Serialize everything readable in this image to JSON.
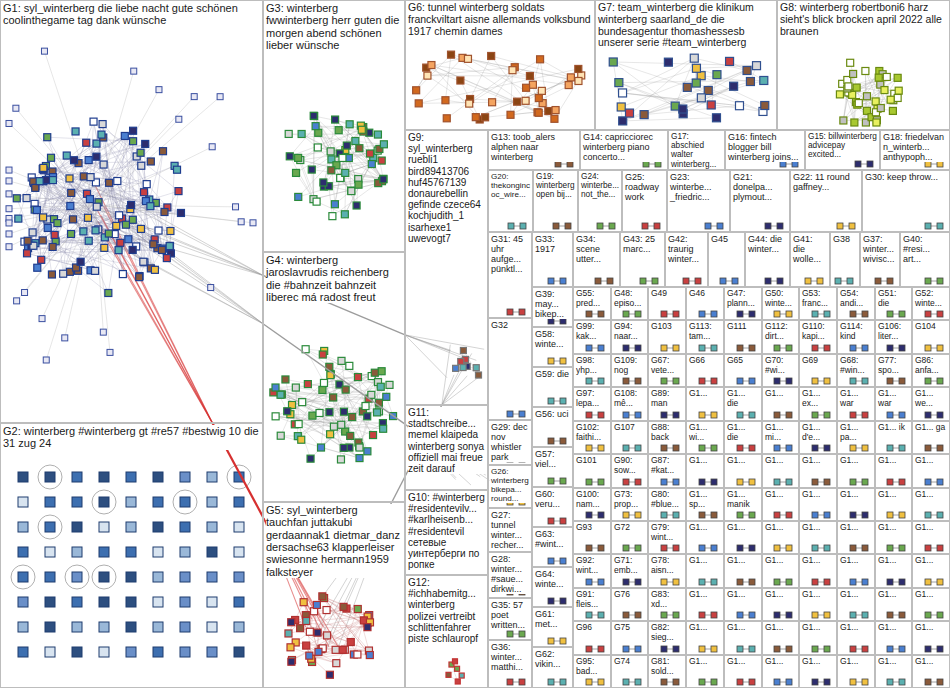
{
  "diagram": {
    "nodes": [
      {
        "text": [
          "G1: syl_winterberg die liebe nacht gute schönen coolinthegame tag dank wünsche"
        ]
      },
      {
        "text": [
          "G2: winterberg #winterberg gt #re57 #bestwig 10 die 31 zug 24"
        ]
      },
      {
        "text": [
          "G3: winterberg fwwinterberg herr guten die morgen abend schönen lieber wünsche"
        ]
      },
      {
        "text": [
          "G4: winterberg jaroslavrudis reichenberg die #bahnzeit bahnzeit liberec má radost freut"
        ]
      },
      {
        "text": [
          "G5: syl_winterberg tauchfan juttakubi gerdaannak1 dietmar_danz dersachse63 klapperleiser swiesonne hermann1959 falksteyer"
        ]
      },
      {
        "text": [
          "G6: tunnel winterberg soldats franckviltart aisne allemands volksbund 1917 chemin dames"
        ]
      },
      {
        "text": [
          "G7: team_winterberg die klinikum winterberg saarland_de die bundesagentur thomashessesb unserer serie #team_winterberg"
        ]
      },
      {
        "text": [
          "G8: winterberg robertboni6 harz sieht's blick brocken april 2022 alle braunen"
        ]
      },
      {
        "text": [
          "G9: syl_winterberg ruebli1 bird89413706 huf45767139 donaurebellin gefinde czece64 kochjudith_1 isarhexe1 uwevogt7"
        ]
      },
      {
        "text": [
          "G11: stadtschreibe... memel klaipeda winterberg sonya offiziell mai freue zeit darauf"
        ]
      },
      {
        "text": [
          "G10: #winterberg #residentevilv... #karlheisenb... #residentevil сетевые уинтерберги по ропке"
        ]
      },
      {
        "text": [
          "G12: #ichhabemitg... winterberg polizei vertreibt schlittenfahrer piste schlauropf"
        ]
      },
      {
        "text": [
          "G13: toob_alers alphen naar winterberg"
        ]
      },
      {
        "text": [
          "G14: capricciorec winterberg piano concerto..."
        ]
      },
      {
        "text": [
          "G17: abschied walter winterberg..."
        ]
      },
      {
        "text": [
          "G16: fintech blogger bill winterberg joins..."
        ]
      },
      {
        "text": [
          "G15: billwinterberg advicepay excited..."
        ]
      },
      {
        "text": [
          "G18: friedelvan n_winterb... anthypoph..."
        ]
      },
      {
        "text": [
          "G20: thekonginc oc_wire..."
        ]
      },
      {
        "text": [
          "G19: winterberg open bij..."
        ]
      },
      {
        "text": [
          "G24: winterbe... not_the..."
        ]
      },
      {
        "text": [
          "G25: roadway work"
        ]
      },
      {
        "text": [
          "G23: winterbe... _friedric..."
        ]
      },
      {
        "text": [
          "G21: donelpa... plymout..."
        ]
      },
      {
        "text": [
          "G22: 11 round gaffney..."
        ]
      },
      {
        "text": [
          "G30: keep throw..."
        ]
      },
      {
        "text": [
          "G34: scene utter..."
        ]
      },
      {
        "text": [
          "G43: 25 marc..."
        ]
      },
      {
        "text": [
          "G42: traurig winter..."
        ]
      },
      {
        "text": [
          "G45"
        ]
      },
      {
        "text": [
          "G44: die winter..."
        ]
      },
      {
        "text": [
          "G41: die wolle..."
        ]
      },
      {
        "text": [
          "G38"
        ]
      },
      {
        "text": [
          "G37: winter... wivisc..."
        ]
      },
      {
        "text": [
          "G40: #resi... art..."
        ]
      },
      {
        "text": [
          "G31: 45 uhr aufge... pünktl..."
        ]
      },
      {
        "text": [
          "G32"
        ]
      },
      {
        "text": [
          "G29: dec nov whistler park"
        ]
      },
      {
        "text": [
          "G26: winterberg bikepa... round..."
        ]
      },
      {
        "text": [
          "G27: tunnel winter... recher..."
        ]
      },
      {
        "text": [
          "G28: winter... #saue... dirkwi..."
        ]
      },
      {
        "text": [
          "G35: 57 poet written..."
        ]
      },
      {
        "text": [
          "G36: winter... matthi..."
        ]
      },
      {
        "text": [
          "G33: 1917"
        ]
      },
      {
        "text": [
          "G39: may... bikep..."
        ]
      },
      {
        "text": [
          "G58: winte..."
        ]
      },
      {
        "text": [
          "G59: die"
        ]
      },
      {
        "text": [
          "G56: uci"
        ]
      },
      {
        "text": [
          "G57: viel..."
        ]
      },
      {
        "text": [
          "G60: veru..."
        ]
      },
      {
        "text": [
          "G63: #wint..."
        ]
      },
      {
        "text": [
          "G64: winte..."
        ]
      },
      {
        "text": [
          "G61: met..."
        ]
      },
      {
        "text": [
          "G62: vikin..."
        ]
      },
      {
        "text": [
          "G55: pred..."
        ]
      },
      {
        "text": [
          "G48: episo..."
        ]
      },
      {
        "text": [
          "G49"
        ]
      },
      {
        "text": [
          "G46"
        ]
      },
      {
        "text": [
          "G47: plann..."
        ]
      },
      {
        "text": [
          "G50: winte..."
        ]
      },
      {
        "text": [
          "G53: franc..."
        ]
      },
      {
        "text": [
          "G54: andi..."
        ]
      },
      {
        "text": [
          "G51: die"
        ]
      },
      {
        "text": [
          "G52: winte..."
        ]
      },
      {
        "text": [
          "G99: kak..."
        ]
      },
      {
        "text": [
          "G94: naar..."
        ]
      },
      {
        "text": [
          "G103"
        ]
      },
      {
        "text": [
          "G113: tam..."
        ]
      },
      {
        "text": [
          "G111"
        ]
      },
      {
        "text": [
          "G112: dirt..."
        ]
      },
      {
        "text": [
          "G110: kapi..."
        ]
      },
      {
        "text": [
          "G114: kind"
        ]
      },
      {
        "text": [
          "G106: liter..."
        ]
      },
      {
        "text": [
          "G104"
        ]
      },
      {
        "text": [
          "G98: yhp..."
        ]
      },
      {
        "text": [
          "G109: nog"
        ]
      },
      {
        "text": [
          "G67: vete..."
        ]
      },
      {
        "text": [
          "G66"
        ]
      },
      {
        "text": [
          "G65"
        ]
      },
      {
        "text": [
          "G70: #wi..."
        ]
      },
      {
        "text": [
          "G69"
        ]
      },
      {
        "text": [
          "G68: #win..."
        ]
      },
      {
        "text": [
          "G77: spo..."
        ]
      },
      {
        "text": [
          "G86: anfa..."
        ]
      },
      {
        "text": [
          "G97: lepa..."
        ]
      },
      {
        "text": [
          "G108: mê..."
        ]
      },
      {
        "text": [
          "G89: man"
        ]
      },
      {
        "text": [
          "G1..."
        ]
      },
      {
        "text": [
          "G1... die"
        ]
      },
      {
        "text": [
          "G1..."
        ]
      },
      {
        "text": [
          "G1... ex..."
        ]
      },
      {
        "text": [
          "G1... war"
        ]
      },
      {
        "text": [
          "G1... war"
        ]
      },
      {
        "text": [
          "G1... we..."
        ]
      },
      {
        "text": [
          "G102: faithi..."
        ]
      },
      {
        "text": [
          "G107"
        ]
      },
      {
        "text": [
          "G88: back"
        ]
      },
      {
        "text": [
          "G1... wi..."
        ]
      },
      {
        "text": [
          "G1... die"
        ]
      },
      {
        "text": [
          "G1... mi..."
        ]
      },
      {
        "text": [
          "G1... d'e..."
        ]
      },
      {
        "text": [
          "G1... pa..."
        ]
      },
      {
        "text": [
          "G1... ik"
        ]
      },
      {
        "text": [
          "G1... ga"
        ]
      },
      {
        "text": [
          "G101"
        ]
      },
      {
        "text": [
          "G90: sow..."
        ]
      },
      {
        "text": [
          "G87: #kat..."
        ]
      },
      {
        "text": [
          "G1..."
        ]
      },
      {
        "text": [
          "G1..."
        ]
      },
      {
        "text": [
          "G1..."
        ]
      },
      {
        "text": [
          "G1..."
        ]
      },
      {
        "text": [
          "G1..."
        ]
      },
      {
        "text": [
          "G1..."
        ]
      },
      {
        "text": [
          "G1..."
        ]
      },
      {
        "text": [
          "G100: nam..."
        ]
      },
      {
        "text": [
          "G73: prop..."
        ]
      },
      {
        "text": [
          "G80: #blue..."
        ]
      },
      {
        "text": [
          "G1... sp..."
        ]
      },
      {
        "text": [
          "G1... manik"
        ]
      },
      {
        "text": [
          "G1..."
        ]
      },
      {
        "text": [
          "G1..."
        ]
      },
      {
        "text": [
          "G1..."
        ]
      },
      {
        "text": [
          "G1..."
        ]
      },
      {
        "text": [
          "G1..."
        ]
      },
      {
        "text": [
          "G93"
        ]
      },
      {
        "text": [
          "G72"
        ]
      },
      {
        "text": [
          "G79: wint..."
        ]
      },
      {
        "text": [
          "G1..."
        ]
      },
      {
        "text": [
          "G1..."
        ]
      },
      {
        "text": [
          "G1..."
        ]
      },
      {
        "text": [
          "G1..."
        ]
      },
      {
        "text": [
          "G1..."
        ]
      },
      {
        "text": [
          "G1..."
        ]
      },
      {
        "text": [
          "G1..."
        ]
      },
      {
        "text": [
          "G92: wint..."
        ]
      },
      {
        "text": [
          "G71: emb..."
        ]
      },
      {
        "text": [
          "G78: aisn..."
        ]
      },
      {
        "text": [
          "G1..."
        ]
      },
      {
        "text": [
          "G1..."
        ]
      },
      {
        "text": [
          "G1..."
        ]
      },
      {
        "text": [
          "G1..."
        ]
      },
      {
        "text": [
          "G1..."
        ]
      },
      {
        "text": [
          "G1..."
        ]
      },
      {
        "text": [
          "G1..."
        ]
      },
      {
        "text": [
          "G91: fleis..."
        ]
      },
      {
        "text": [
          "G76"
        ]
      },
      {
        "text": [
          "G83: xd..."
        ]
      },
      {
        "text": [
          "G1..."
        ]
      },
      {
        "text": [
          "G1..."
        ]
      },
      {
        "text": [
          "G1..."
        ]
      },
      {
        "text": [
          "G1..."
        ]
      },
      {
        "text": [
          "G1..."
        ]
      },
      {
        "text": [
          "G1..."
        ]
      },
      {
        "text": [
          "G1..."
        ]
      },
      {
        "text": [
          "G96"
        ]
      },
      {
        "text": [
          "G75"
        ]
      },
      {
        "text": [
          "G82: sieg..."
        ]
      },
      {
        "text": [
          "G1..."
        ]
      },
      {
        "text": [
          "G1..."
        ]
      },
      {
        "text": [
          "G1..."
        ]
      },
      {
        "text": [
          "G1..."
        ]
      },
      {
        "text": [
          "G1..."
        ]
      },
      {
        "text": [
          "G1..."
        ]
      },
      {
        "text": [
          "G1..."
        ]
      },
      {
        "text": [
          "G95: bad..."
        ]
      },
      {
        "text": [
          "G74"
        ]
      },
      {
        "text": [
          "G81: sold..."
        ]
      },
      {
        "text": [
          "G1..."
        ]
      },
      {
        "text": [
          "G1..."
        ]
      },
      {
        "text": [
          "G1..."
        ]
      },
      {
        "text": [
          "G1..."
        ]
      },
      {
        "text": [
          "G1..."
        ]
      },
      {
        "text": [
          "G1..."
        ]
      },
      {
        "text": [
          "G1..."
        ]
      }
    ],
    "edges": [
      {
        "from": 0,
        "to": 4,
        "arrow": "none"
      },
      {
        "from": 0,
        "to": 8,
        "arrow": "none"
      },
      {
        "from": 0,
        "to": 9,
        "arrow": "none"
      },
      {
        "from": 4,
        "to": 8,
        "arrow": "none"
      }
    ]
  }
}
